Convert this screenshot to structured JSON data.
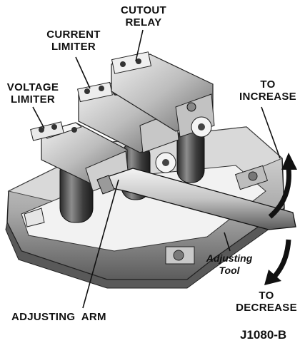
{
  "labels": {
    "cutout_relay": [
      "CUTOUT",
      "RELAY"
    ],
    "current_limiter": [
      "CURRENT",
      "LIMITER"
    ],
    "voltage_limiter": [
      "VOLTAGE",
      "LIMITER"
    ],
    "to_increase": [
      "TO",
      "INCREASE"
    ],
    "to_decrease": [
      "TO",
      "DECREASE"
    ],
    "adjusting_tool": [
      "Adjusting",
      "Tool"
    ],
    "adjusting_arm": "ADJUSTING  ARM"
  },
  "figure_code": "J1080-B",
  "colors": {
    "ink": "#111111",
    "metal_light": "#d8d8d8",
    "metal_mid": "#9a9a9a",
    "metal_dark": "#3a3a3a",
    "background": "#ffffff"
  }
}
